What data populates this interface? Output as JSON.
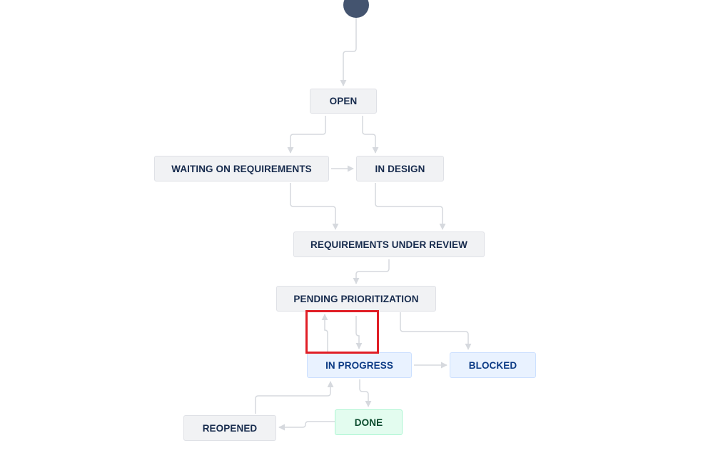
{
  "workflow": {
    "colors": {
      "start_node": "#44546f",
      "connector": "#c1c7d0",
      "todo_bg": "#f1f2f4",
      "in_progress_bg": "#e9f2ff",
      "done_bg": "#e3fcef",
      "highlight": "#e01e26"
    },
    "statuses": {
      "open": "OPEN",
      "waiting_on_requirements": "WAITING ON REQUIREMENTS",
      "in_design": "IN DESIGN",
      "requirements_under_review": "REQUIREMENTS UNDER REVIEW",
      "pending_prioritization": "PENDING PRIORITIZATION",
      "in_progress": "IN PROGRESS",
      "blocked": "BLOCKED",
      "done": "DONE",
      "reopened": "REOPENED"
    },
    "transitions": [
      {
        "from": "start",
        "to": "open"
      },
      {
        "from": "open",
        "to": "waiting_on_requirements"
      },
      {
        "from": "open",
        "to": "in_design"
      },
      {
        "from": "waiting_on_requirements",
        "to": "in_design"
      },
      {
        "from": "waiting_on_requirements",
        "to": "requirements_under_review"
      },
      {
        "from": "in_design",
        "to": "requirements_under_review"
      },
      {
        "from": "requirements_under_review",
        "to": "pending_prioritization"
      },
      {
        "from": "pending_prioritization",
        "to": "in_progress"
      },
      {
        "from": "in_progress",
        "to": "pending_prioritization"
      },
      {
        "from": "pending_prioritization",
        "to": "blocked"
      },
      {
        "from": "in_progress",
        "to": "blocked"
      },
      {
        "from": "in_progress",
        "to": "done"
      },
      {
        "from": "done",
        "to": "reopened"
      },
      {
        "from": "reopened",
        "to": "in_progress"
      }
    ]
  }
}
